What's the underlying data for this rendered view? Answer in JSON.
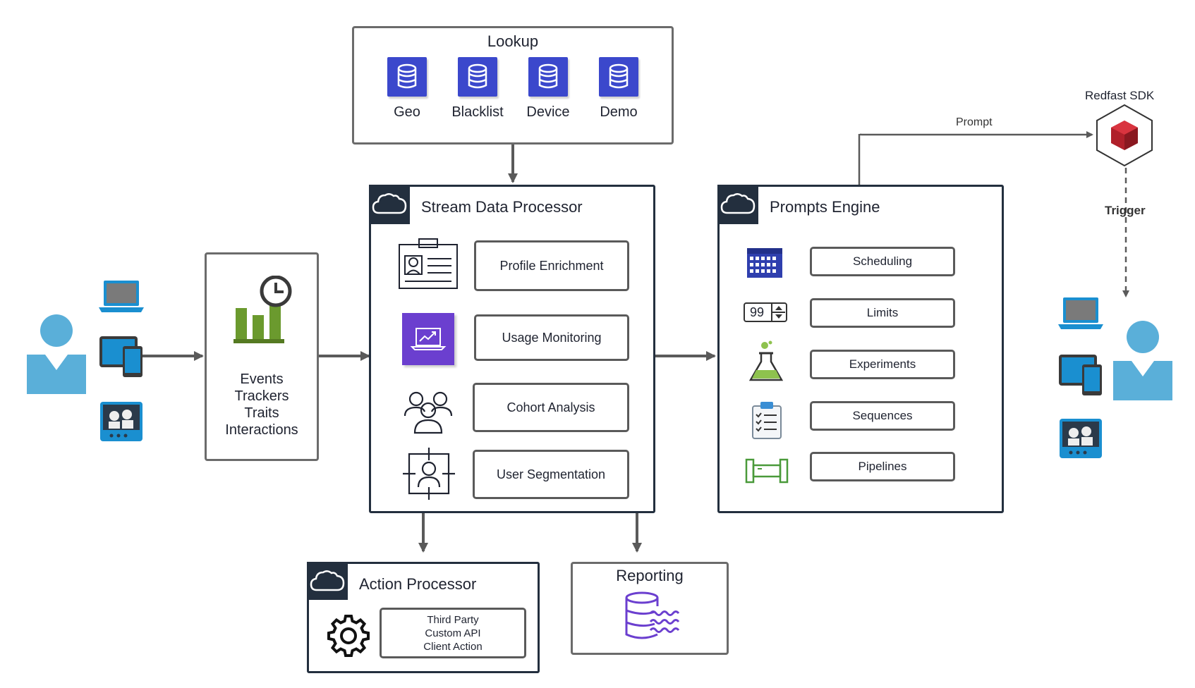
{
  "lookup": {
    "title": "Lookup",
    "items": [
      {
        "label": "Geo",
        "icon": "database-icon"
      },
      {
        "label": "Blacklist",
        "icon": "database-icon"
      },
      {
        "label": "Device",
        "icon": "database-icon"
      },
      {
        "label": "Demo",
        "icon": "database-icon"
      }
    ]
  },
  "collector": {
    "lines": [
      "Events",
      "Trackers",
      "Traits",
      "Interactions"
    ],
    "icon": "bar-chart-clock-icon"
  },
  "stream": {
    "title": "Stream Data Processor",
    "icon": "cloud-icon",
    "items": [
      {
        "label": "Profile Enrichment",
        "icon": "id-card-icon"
      },
      {
        "label": "Usage Monitoring",
        "icon": "monitoring-laptop-icon"
      },
      {
        "label": "Cohort Analysis",
        "icon": "users-group-icon"
      },
      {
        "label": "User Segmentation",
        "icon": "user-target-icon"
      }
    ]
  },
  "prompts": {
    "title": "Prompts Engine",
    "icon": "cloud-icon",
    "items": [
      {
        "label": "Scheduling",
        "icon": "calendar-icon"
      },
      {
        "label": "Limits",
        "icon": "number-stepper-icon",
        "stepper_value": "99"
      },
      {
        "label": "Experiments",
        "icon": "flask-icon"
      },
      {
        "label": "Sequences",
        "icon": "checklist-icon"
      },
      {
        "label": "Pipelines",
        "icon": "pipe-icon"
      }
    ]
  },
  "action": {
    "title": "Action Processor",
    "icon": "cloud-icon",
    "lines": [
      "Third Party",
      "Custom API",
      "Client Action"
    ]
  },
  "reporting": {
    "title": "Reporting",
    "icon": "data-stream-icon"
  },
  "sdk": {
    "title": "Redfast SDK",
    "icon": "sdk-cube-icon"
  },
  "edges": {
    "prompt_label": "Prompt",
    "trigger_label": "Trigger"
  },
  "colors": {
    "dark": "#232f3e",
    "db_blue": "#3b48cc",
    "user_blue": "#5aafd9",
    "purple": "#6b3fcf",
    "green": "#6b9a2e",
    "sdk_red": "#b0202a",
    "arrow": "#5a5a5a"
  }
}
